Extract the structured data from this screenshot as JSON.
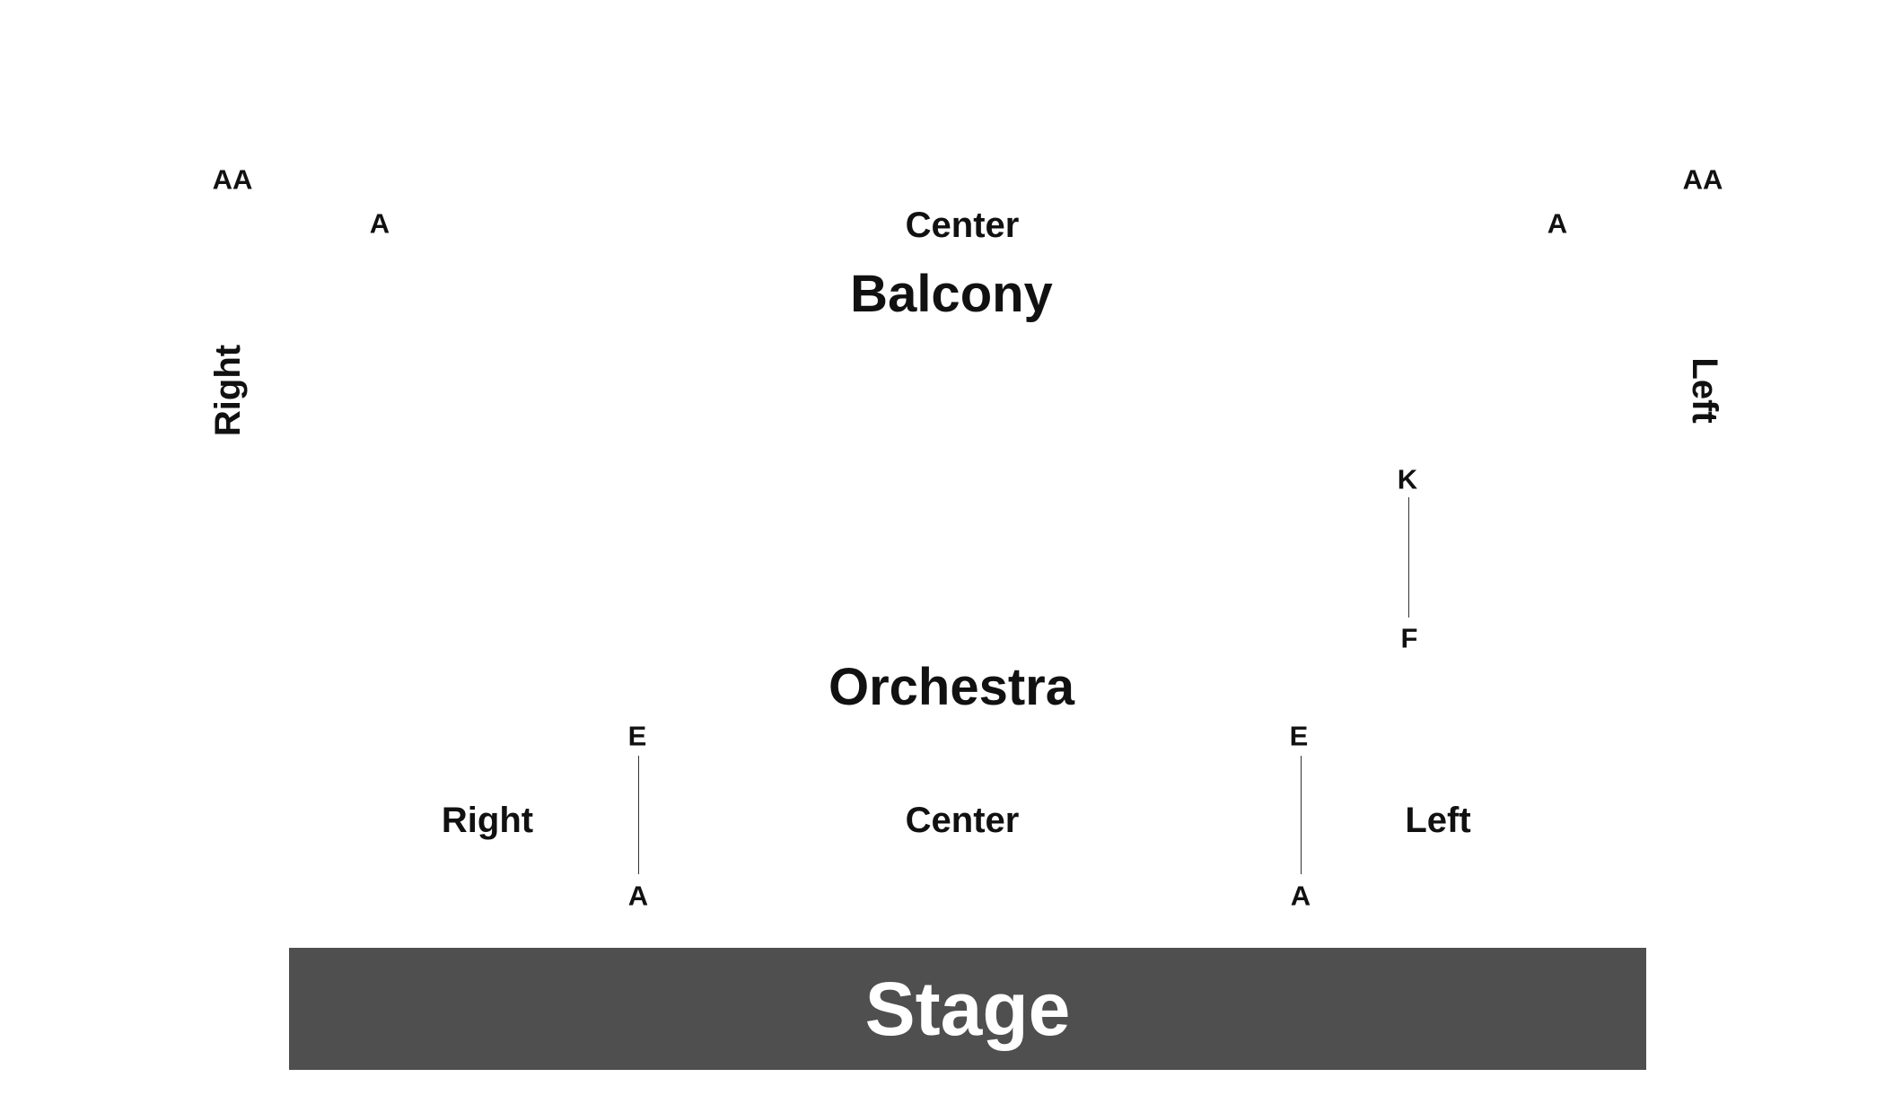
{
  "balcony": {
    "title": "Balcony",
    "center_label": "Center",
    "right_label": "Right",
    "left_label": "Left",
    "right_row_outer": "AA",
    "right_row_inner": "A",
    "left_row_outer": "AA",
    "left_row_inner": "A",
    "left_aisle_top": "K",
    "left_aisle_bottom": "F"
  },
  "orchestra": {
    "title": "Orchestra",
    "right_label": "Right",
    "center_label": "Center",
    "left_label": "Left",
    "right_aisle_top": "E",
    "right_aisle_bottom": "A",
    "left_aisle_top": "E",
    "left_aisle_bottom": "A"
  },
  "stage": {
    "label": "Stage",
    "color": "#4f4f4f"
  }
}
